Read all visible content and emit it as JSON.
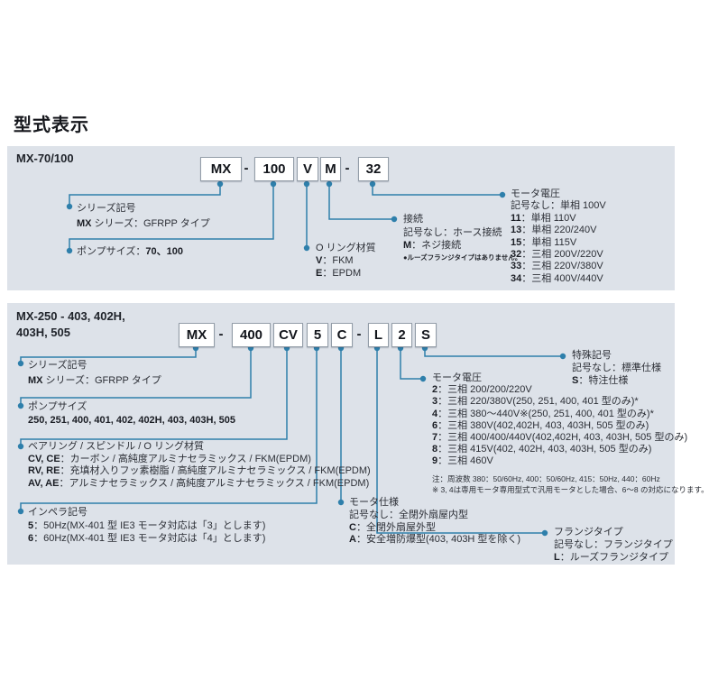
{
  "title": "型式表示",
  "colors": {
    "panel_bg": "#dde2e9",
    "line_blue": "#2e7fab",
    "box_border": "#939da8",
    "text": "#2c2f36"
  },
  "panels": [
    {
      "id": "p1",
      "label_lines": [
        "MX-70/100"
      ],
      "code_parts": [
        {
          "t": "MX",
          "box": true
        },
        {
          "t": "-",
          "box": false
        },
        {
          "t": "100",
          "box": true
        },
        {
          "t": "V",
          "box": true
        },
        {
          "t": "M",
          "box": true
        },
        {
          "t": "-",
          "box": false
        },
        {
          "t": "32",
          "box": true
        }
      ],
      "annotations": [
        {
          "id": "series",
          "lines": [
            {
              "segs": [
                {
                  "t": "シリーズ記号"
                }
              ]
            },
            {
              "segs": [
                {
                  "t": "MX",
                  "b": true
                },
                {
                  "t": " シリーズ：GFRPP タイプ"
                }
              ]
            }
          ]
        },
        {
          "id": "pumpsize",
          "lines": [
            {
              "segs": [
                {
                  "t": "ポンプサイズ："
                },
                {
                  "t": "70、100",
                  "b": true
                }
              ]
            }
          ]
        },
        {
          "id": "oring",
          "lines": [
            {
              "segs": [
                {
                  "t": "O リング材質"
                }
              ]
            },
            {
              "segs": [
                {
                  "t": "V",
                  "b": true
                },
                {
                  "t": "：FKM"
                }
              ]
            },
            {
              "segs": [
                {
                  "t": "E",
                  "b": true
                },
                {
                  "t": "：EPDM"
                }
              ]
            }
          ]
        },
        {
          "id": "conn",
          "lines": [
            {
              "segs": [
                {
                  "t": "接続"
                }
              ]
            },
            {
              "segs": [
                {
                  "t": "記号なし：ホース接続"
                }
              ]
            },
            {
              "segs": [
                {
                  "t": "M",
                  "b": true
                },
                {
                  "t": "：ネジ接続"
                }
              ]
            },
            {
              "cls": "tiny",
              "segs": [
                {
                  "t": "●ルーズフランジタイプはありません。"
                }
              ]
            }
          ]
        },
        {
          "id": "voltage",
          "lines": [
            {
              "segs": [
                {
                  "t": "モータ電圧"
                }
              ]
            },
            {
              "segs": [
                {
                  "t": "記号なし：単相 100V"
                }
              ]
            },
            {
              "segs": [
                {
                  "t": "11",
                  "b": true
                },
                {
                  "t": "：単相 110V"
                }
              ]
            },
            {
              "segs": [
                {
                  "t": "13",
                  "b": true
                },
                {
                  "t": "：単相 220/240V"
                }
              ]
            },
            {
              "segs": [
                {
                  "t": "15",
                  "b": true
                },
                {
                  "t": "：単相 115V"
                }
              ]
            },
            {
              "segs": [
                {
                  "t": "32",
                  "b": true
                },
                {
                  "t": "：三相 200V/220V"
                }
              ]
            },
            {
              "segs": [
                {
                  "t": "33",
                  "b": true
                },
                {
                  "t": "：三相 220V/380V"
                }
              ]
            },
            {
              "segs": [
                {
                  "t": "34",
                  "b": true
                },
                {
                  "t": "：三相 400V/440V"
                }
              ]
            }
          ]
        }
      ]
    },
    {
      "id": "p2",
      "label_lines": [
        "MX-250 - 403, 402H,",
        "403H, 505"
      ],
      "code_parts": [
        {
          "t": "MX",
          "box": true
        },
        {
          "t": "-",
          "box": false
        },
        {
          "t": "400",
          "box": true
        },
        {
          "t": "CV",
          "box": true
        },
        {
          "t": "5",
          "box": true
        },
        {
          "t": "C",
          "box": true
        },
        {
          "t": "-",
          "box": false
        },
        {
          "t": "L",
          "box": true
        },
        {
          "t": "2",
          "box": true
        },
        {
          "t": "S",
          "box": true
        }
      ],
      "annotations": [
        {
          "id": "series2",
          "lines": [
            {
              "segs": [
                {
                  "t": "シリーズ記号"
                }
              ]
            },
            {
              "segs": [
                {
                  "t": "MX",
                  "b": true
                },
                {
                  "t": " シリーズ：GFRPP タイプ"
                }
              ]
            }
          ]
        },
        {
          "id": "pumpsize2",
          "lines": [
            {
              "segs": [
                {
                  "t": "ポンプサイズ"
                }
              ]
            },
            {
              "segs": [
                {
                  "t": "250, 251, 400, 401, 402, 402H, 403, 403H, 505",
                  "b": true
                }
              ]
            }
          ]
        },
        {
          "id": "bearing",
          "lines": [
            {
              "segs": [
                {
                  "t": "ベアリング / スピンドル / O リング材質"
                }
              ]
            },
            {
              "segs": [
                {
                  "t": "CV, CE",
                  "b": true
                },
                {
                  "t": "：カーボン / 高純度アルミナセラミックス / FKM(EPDM)"
                }
              ]
            },
            {
              "segs": [
                {
                  "t": "RV, RE",
                  "b": true
                },
                {
                  "t": "：充填材入りフッ素樹脂 / 高純度アルミナセラミックス / FKM(EPDM)"
                }
              ]
            },
            {
              "segs": [
                {
                  "t": "AV, AE",
                  "b": true
                },
                {
                  "t": "：アルミナセラミックス / 高純度アルミナセラミックス / FKM(EPDM)"
                }
              ]
            }
          ]
        },
        {
          "id": "impeller",
          "lines": [
            {
              "segs": [
                {
                  "t": "インペラ記号"
                }
              ]
            },
            {
              "segs": [
                {
                  "t": "5",
                  "b": true
                },
                {
                  "t": "：50Hz(MX-401 型 IE3 モータ対応は「3」とします)"
                }
              ]
            },
            {
              "segs": [
                {
                  "t": "6",
                  "b": true
                },
                {
                  "t": "：60Hz(MX-401 型 IE3 モータ対応は「4」とします)"
                }
              ]
            }
          ]
        },
        {
          "id": "motorspec",
          "lines": [
            {
              "segs": [
                {
                  "t": "モータ仕様"
                }
              ]
            },
            {
              "segs": [
                {
                  "t": "記号なし：全閉外扇屋内型"
                }
              ]
            },
            {
              "segs": [
                {
                  "t": "C",
                  "b": true
                },
                {
                  "t": "：全閉外扇屋外型"
                }
              ]
            },
            {
              "segs": [
                {
                  "t": "A",
                  "b": true
                },
                {
                  "t": "：安全増防爆型(403, 403H 型を除く)"
                }
              ]
            }
          ]
        },
        {
          "id": "voltage2",
          "lines": [
            {
              "segs": [
                {
                  "t": "モータ電圧"
                }
              ]
            },
            {
              "segs": [
                {
                  "t": "2",
                  "b": true
                },
                {
                  "t": "：三相 200/200/220V"
                }
              ]
            },
            {
              "segs": [
                {
                  "t": "3",
                  "b": true
                },
                {
                  "t": "：三相 220/380V(250, 251, 400, 401 型のみ)*"
                }
              ]
            },
            {
              "segs": [
                {
                  "t": "4",
                  "b": true
                },
                {
                  "t": "：三相 380～440V※(250, 251, 400, 401 型のみ)*"
                }
              ]
            },
            {
              "segs": [
                {
                  "t": "6",
                  "b": true
                },
                {
                  "t": "：三相 380V(402,402H, 403, 403H, 505 型のみ)"
                }
              ]
            },
            {
              "segs": [
                {
                  "t": "7",
                  "b": true
                },
                {
                  "t": "：三相 400/400/440V(402,402H, 403, 403H, 505 型のみ)"
                }
              ]
            },
            {
              "segs": [
                {
                  "t": "8",
                  "b": true
                },
                {
                  "t": "：三相 415V(402, 402H, 403, 403H, 505 型のみ)"
                }
              ]
            },
            {
              "segs": [
                {
                  "t": "9",
                  "b": true
                },
                {
                  "t": "：三相 460V"
                }
              ]
            },
            {
              "cls": "sm smgap",
              "segs": [
                {
                  "t": "注：周波数 380：50/60Hz, 400：50/60Hz, 415：50Hz, 440：60Hz"
                }
              ]
            },
            {
              "cls": "sm",
              "segs": [
                {
                  "t": "※ 3, 4は専用モータ専用型式で汎用モータとした場合、6～8 の対応になります。"
                }
              ]
            }
          ]
        },
        {
          "id": "flange",
          "lines": [
            {
              "segs": [
                {
                  "t": "フランジタイプ"
                }
              ]
            },
            {
              "segs": [
                {
                  "t": "記号なし：フランジタイプ"
                }
              ]
            },
            {
              "segs": [
                {
                  "t": "L",
                  "b": true
                },
                {
                  "t": "：ルーズフランジタイプ"
                }
              ]
            }
          ]
        },
        {
          "id": "special",
          "lines": [
            {
              "segs": [
                {
                  "t": "特殊記号"
                }
              ]
            },
            {
              "segs": [
                {
                  "t": "記号なし：標準仕様"
                }
              ]
            },
            {
              "segs": [
                {
                  "t": "S",
                  "b": true
                },
                {
                  "t": "：特注仕様"
                }
              ]
            }
          ]
        }
      ]
    }
  ]
}
